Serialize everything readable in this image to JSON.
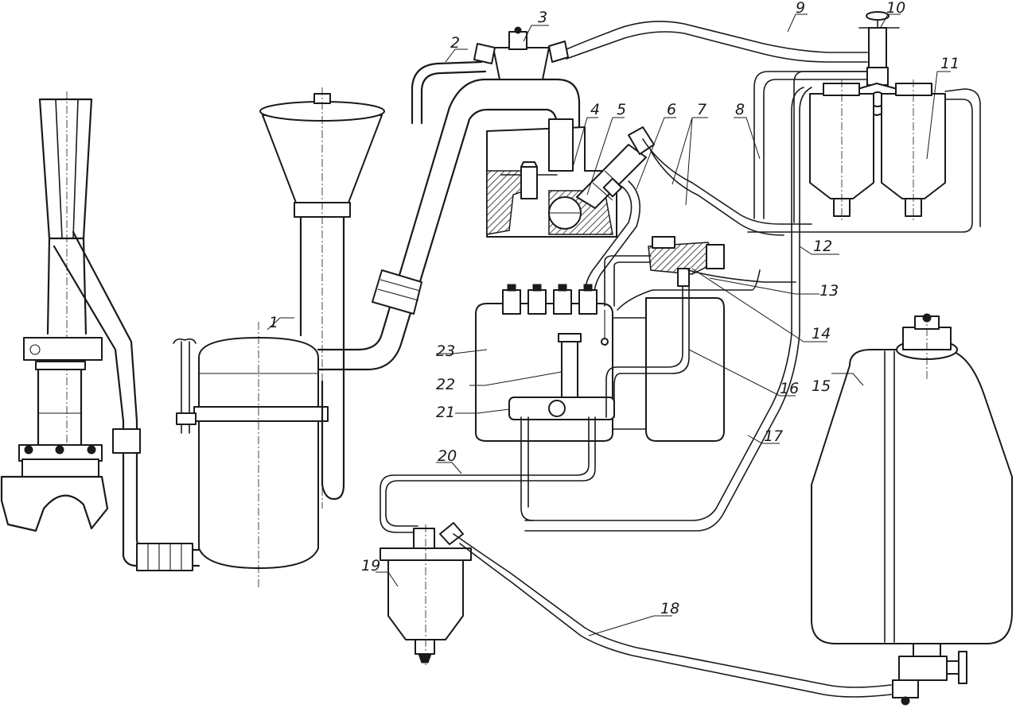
{
  "labels": [
    {
      "id": "1",
      "text": "1"
    },
    {
      "id": "2",
      "text": "2"
    },
    {
      "id": "3",
      "text": "3"
    },
    {
      "id": "4",
      "text": "4"
    },
    {
      "id": "5",
      "text": "5"
    },
    {
      "id": "6",
      "text": "6"
    },
    {
      "id": "7",
      "text": "7"
    },
    {
      "id": "8",
      "text": "8"
    },
    {
      "id": "9",
      "text": "9"
    },
    {
      "id": "10",
      "text": "10"
    },
    {
      "id": "11",
      "text": "11"
    },
    {
      "id": "12",
      "text": "12"
    },
    {
      "id": "13",
      "text": "13"
    },
    {
      "id": "14",
      "text": "14"
    },
    {
      "id": "15",
      "text": "15"
    },
    {
      "id": "16",
      "text": "16"
    },
    {
      "id": "17",
      "text": "17"
    },
    {
      "id": "18",
      "text": "18"
    },
    {
      "id": "19",
      "text": "19"
    },
    {
      "id": "20",
      "text": "20"
    },
    {
      "id": "21",
      "text": "21"
    },
    {
      "id": "22",
      "text": "22"
    },
    {
      "id": "23",
      "text": "23"
    }
  ],
  "colors": {
    "ink": "#1a1a1a",
    "paper": "#ffffff"
  }
}
